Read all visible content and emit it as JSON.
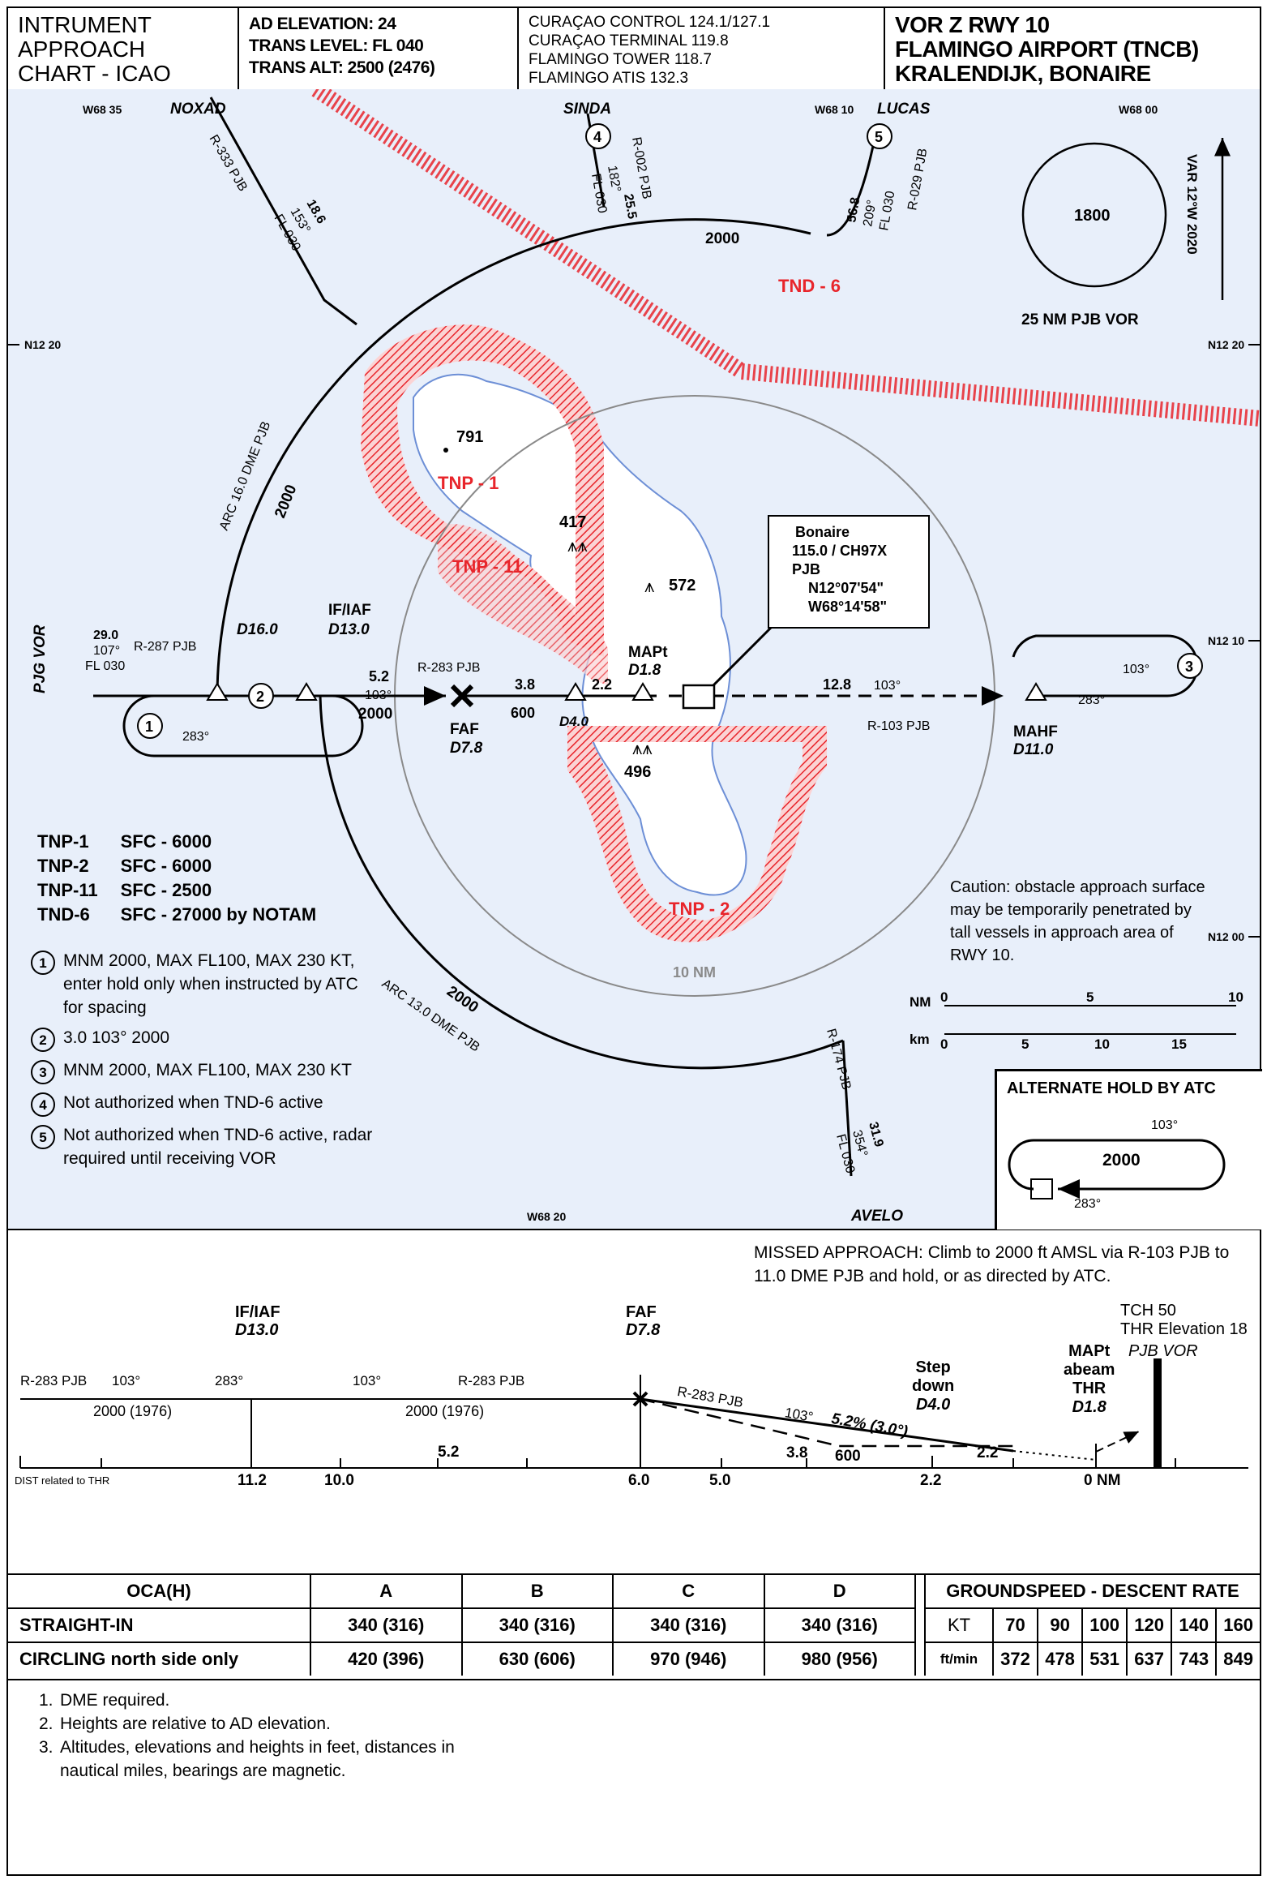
{
  "header": {
    "chart_type": [
      "INTRUMENT",
      "APPROACH",
      "CHART - ICAO"
    ],
    "ad_elevation": "AD ELEVATION: 24",
    "trans_level": "TRANS LEVEL: FL 040",
    "trans_alt": "TRANS ALT: 2500 (2476)",
    "comms": [
      "CURAÇAO CONTROL 124.1/127.1",
      "CURAÇAO TERMINAL 119.8",
      "FLAMINGO TOWER 118.7",
      "FLAMINGO ATIS 132.3"
    ],
    "procedure": "VOR Z RWY 10",
    "airport": "FLAMINGO AIRPORT (TNCB)",
    "location": "KRALENDIJK, BONAIRE"
  },
  "plan": {
    "grid": {
      "w68_35": "W68 35",
      "w68_10": "W68 10",
      "w68_00": "W68 00",
      "w68_20": "W68 20",
      "n12_20_left": "N12 20",
      "n12_20_right": "N12 20",
      "n12_10": "N12 10",
      "n12_00": "N12 00"
    },
    "msa": {
      "altitude": "1800",
      "caption": "25 NM PJB VOR",
      "variation": "VAR 12°W 2020"
    },
    "fixes": {
      "noxad": "NOXAD",
      "sinda": "SINDA",
      "lucas": "LUCAS",
      "avelo": "AVELO",
      "pjg_vor": "PJG VOR",
      "d16": "D16.0",
      "if_iaf": "IF/IAF",
      "d13": "D13.0",
      "faf": "FAF",
      "d7_8": "D7.8",
      "d4": "D4.0",
      "mapt": "MAPt",
      "d1_8": "D1.8",
      "mahf": "MAHF",
      "d11": "D11.0"
    },
    "routes": {
      "noxad_radial": "R-333 PJB",
      "noxad_data": [
        "18.6",
        "153°",
        "FL 030"
      ],
      "sinda_radial": "R-002 PJB",
      "sinda_data": [
        "25.5",
        "182°",
        "FL 030"
      ],
      "lucas_radial": "R-029 PJB",
      "lucas_data": [
        "56.8",
        "209°",
        "FL 030"
      ],
      "avelo_radial": "R-174 PJB",
      "avelo_data": [
        "31.9",
        "354°",
        "FL 030"
      ],
      "pjg_data": [
        "29.0",
        "107°",
        "FL 030"
      ],
      "pjg_radial": "R-287 PJB",
      "arc16": "ARC 16.0 DME PJB",
      "arc16_alt": "2000",
      "arc13": "ARC 13.0 DME PJB",
      "arc13_alt": "2000",
      "arc_top_alt": "2000",
      "inbound_dist": "5.2",
      "inbound_course": "103°",
      "inbound_alt": "2000",
      "final_radial": "R-283 PJB",
      "seg_3_8": "3.8",
      "seg_600": "600",
      "seg_2_2": "2.2",
      "missed_dist": "12.8",
      "missed_course": "103°",
      "missed_radial": "R-103 PJB",
      "hold1_course": "283°",
      "hold3_out": "103°",
      "hold3_in": "283°",
      "ten_nm": "10 NM"
    },
    "areas": {
      "tnd6": "TND - 6",
      "tnp1": "TNP - 1",
      "tnp11": "TNP - 11",
      "tnp2": "TNP - 2"
    },
    "obstacles": {
      "o791": "791",
      "o417": "417",
      "o572": "572",
      "o496": "496"
    },
    "vor_box": {
      "name": "Bonaire",
      "freq": "115.0 / CH97X",
      "ident": "PJB",
      "lat": "N12°07'54\"",
      "lon": "W68°14'58\""
    },
    "restrictions": [
      {
        "area": "TNP-1",
        "limit": "SFC - 6000"
      },
      {
        "area": "TNP-2",
        "limit": "SFC - 6000"
      },
      {
        "area": "TNP-11",
        "limit": "SFC - 2500"
      },
      {
        "area": "TND-6",
        "limit": "SFC - 27000 by NOTAM"
      }
    ],
    "notes": [
      {
        "n": "1",
        "text": "MNM 2000, MAX FL100, MAX 230 KT, enter hold only when instructed by ATC for spacing"
      },
      {
        "n": "2",
        "text": "3.0 103° 2000"
      },
      {
        "n": "3",
        "text": "MNM 2000, MAX FL100, MAX 230 KT"
      },
      {
        "n": "4",
        "text": "Not authorized when TND-6 active"
      },
      {
        "n": "5",
        "text": "Not authorized when TND-6 active, radar required until receiving VOR"
      }
    ],
    "caution": "Caution: obstacle approach surface may be temporarily penetrated by tall vessels in approach area of RWY 10.",
    "scale": {
      "nm": "NM",
      "km": "km",
      "nm_ticks": [
        "0",
        "5",
        "10"
      ],
      "km_ticks": [
        "0",
        "5",
        "10",
        "15"
      ]
    },
    "alternate_hold": {
      "title": "ALTERNATE HOLD BY ATC",
      "alt": "2000",
      "out": "103°",
      "in": "283°"
    }
  },
  "profile": {
    "missed_approach": "MISSED APPROACH: Climb to 2000 ft AMSL via R-103 PJB to 11.0 DME PJB and hold, or as directed by ATC.",
    "tch": "TCH 50",
    "thr_elev": "THR Elevation 18",
    "pjb_vor": "PJB VOR",
    "if_iaf": "IF/IAF",
    "d13": "D13.0",
    "faf": "FAF",
    "d7_8": "D7.8",
    "step": [
      "Step",
      "down"
    ],
    "d4": "D4.0",
    "mapt": [
      "MAPt",
      "abeam",
      "THR"
    ],
    "d1_8": "D1.8",
    "left_radial": "R-283 PJB",
    "left_out": "103°",
    "left_in": "283°",
    "mid_course": "103°",
    "mid_radial": "R-283 PJB",
    "alt_left": "2000 (1976)",
    "alt_mid": "2000 (1976)",
    "final_radial": "R-283 PJB",
    "final_course": "103°",
    "gradient": "5.2% (3.0°)",
    "alt_600": "600",
    "seg_5_2": "5.2",
    "seg_3_8": "3.8",
    "seg_2_2": "2.2",
    "dist_caption": "DIST related to THR",
    "dist_ticks": [
      "11.2",
      "10.0",
      "6.0",
      "5.0",
      "2.2",
      "0 NM"
    ]
  },
  "minima": {
    "headers": [
      "OCA(H)",
      "A",
      "B",
      "C",
      "D"
    ],
    "rows": [
      {
        "label": "STRAIGHT-IN",
        "values": [
          "340 (316)",
          "340 (316)",
          "340 (316)",
          "340 (316)"
        ]
      },
      {
        "label": "CIRCLING north side only",
        "values": [
          "420 (396)",
          "630 (606)",
          "970 (946)",
          "980 (956)"
        ]
      }
    ],
    "groundspeed_title": "GROUNDSPEED - DESCENT RATE",
    "kt_label": "KT",
    "kt": [
      "70",
      "90",
      "100",
      "120",
      "140",
      "160"
    ],
    "fpm_label": "ft/min",
    "fpm": [
      "372",
      "478",
      "531",
      "637",
      "743",
      "849"
    ]
  },
  "footnotes": [
    {
      "n": "1.",
      "text": "DME required."
    },
    {
      "n": "2.",
      "text": "Heights are relative to AD elevation."
    },
    {
      "n": "3.",
      "text": "Altitudes, elevations and heights in feet, distances in nautical miles, bearings are magnetic."
    }
  ],
  "colors": {
    "chart_background": "#e8effa",
    "restricted": "#e8252b",
    "coastline": "#6d8fd6",
    "ink": "#000000"
  }
}
